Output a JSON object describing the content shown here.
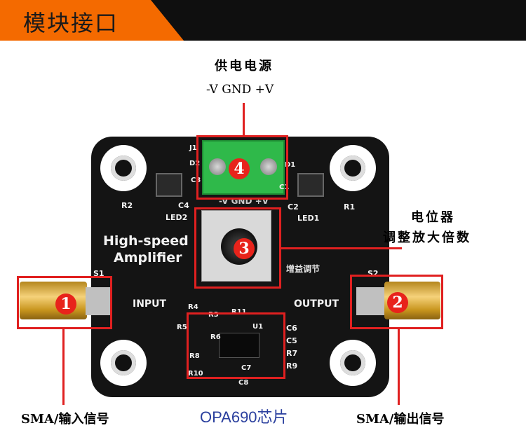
{
  "header": {
    "title": "模块接口"
  },
  "power": {
    "title": "供电电源",
    "pins": "-V GND +V"
  },
  "pot_label": {
    "line1": "电位器",
    "line2": "调整放大倍数"
  },
  "input_label": "SMA/输入信号",
  "output_label": "SMA/输出信号",
  "chip_label": "OPA690芯片",
  "badges": [
    "1",
    "2",
    "3",
    "4"
  ],
  "board": {
    "title_line1": "High-speed",
    "title_line2": "Amplifier",
    "input_text": "INPUT",
    "output_text": "OUTPUT",
    "gain_text": "增益调节",
    "pin_text": "-V GND +V",
    "refs": {
      "j1": "J1",
      "d2": "D2",
      "d1": "D1",
      "c3": "C3",
      "c1": "C1",
      "r2": "R2",
      "c4": "C4",
      "led2": "LED2",
      "c2": "C2",
      "r1": "R1",
      "led1": "LED1",
      "s1": "S1",
      "s2": "S2",
      "r4": "R4",
      "r3": "R3",
      "r11": "R11",
      "u1": "U1",
      "r5": "R5",
      "r6": "R6",
      "r8": "R8",
      "r10": "R10",
      "c6": "C6",
      "c5": "C5",
      "r7": "R7",
      "r9": "R9",
      "c7": "C7",
      "c8": "C8"
    }
  },
  "colors": {
    "accent_orange": "#f46a00",
    "callout_red": "#e02020",
    "chip_label_blue": "#2a3f9e",
    "terminal_green": "#2fb94a"
  }
}
